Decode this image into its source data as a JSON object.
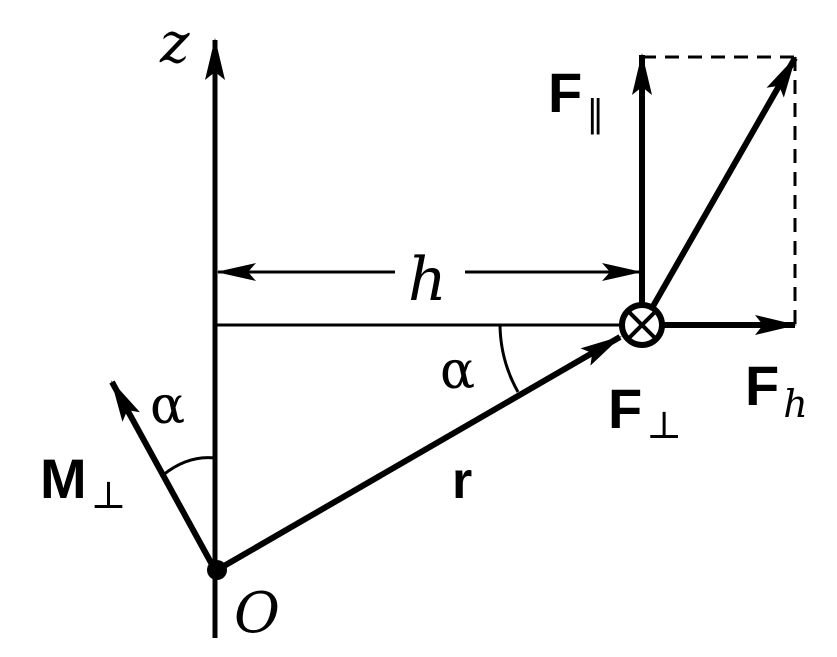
{
  "diagram": {
    "stroke_color": "#000000",
    "background": "#ffffff",
    "labels": {
      "z_axis": "z",
      "origin": "O",
      "radius_vector": "r",
      "distance": "h",
      "angle_near_force": "α",
      "angle_near_moment": "α",
      "moment_symbol": "M",
      "moment_subscript": "⊥",
      "force_parallel_symbol": "F",
      "force_parallel_subscript": "‖",
      "force_perp_symbol": "F",
      "force_perp_subscript": "⊥",
      "force_h_symbol": "F",
      "force_h_subscript": "h"
    }
  }
}
